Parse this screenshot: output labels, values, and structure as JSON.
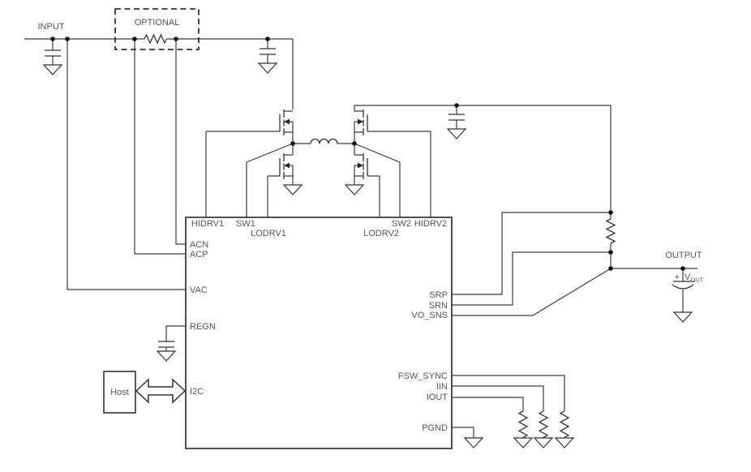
{
  "colors": {
    "background": "#ffffff",
    "wire": "#3c3c3c",
    "component": "#333333",
    "text": "#565656"
  },
  "labels": {
    "input": "INPUT",
    "optional": "OPTIONAL",
    "output": "OUTPUT",
    "host": "Host",
    "vout_plus": "+",
    "vout_v": "V",
    "vout_sub": "OUT"
  },
  "ic": {
    "top_pins": [
      "HIDRV1",
      "SW1",
      "LODRV1",
      "LODRV2",
      "SW2",
      "HIDRV2"
    ],
    "left_pins": [
      "ACN",
      "ACP",
      "VAC",
      "REGN",
      "I2C"
    ],
    "right_pins": [
      "SRP",
      "SRN",
      "VO_SNS",
      "FSW_SYNC",
      "IIN",
      "IOUT",
      "PGND"
    ]
  }
}
